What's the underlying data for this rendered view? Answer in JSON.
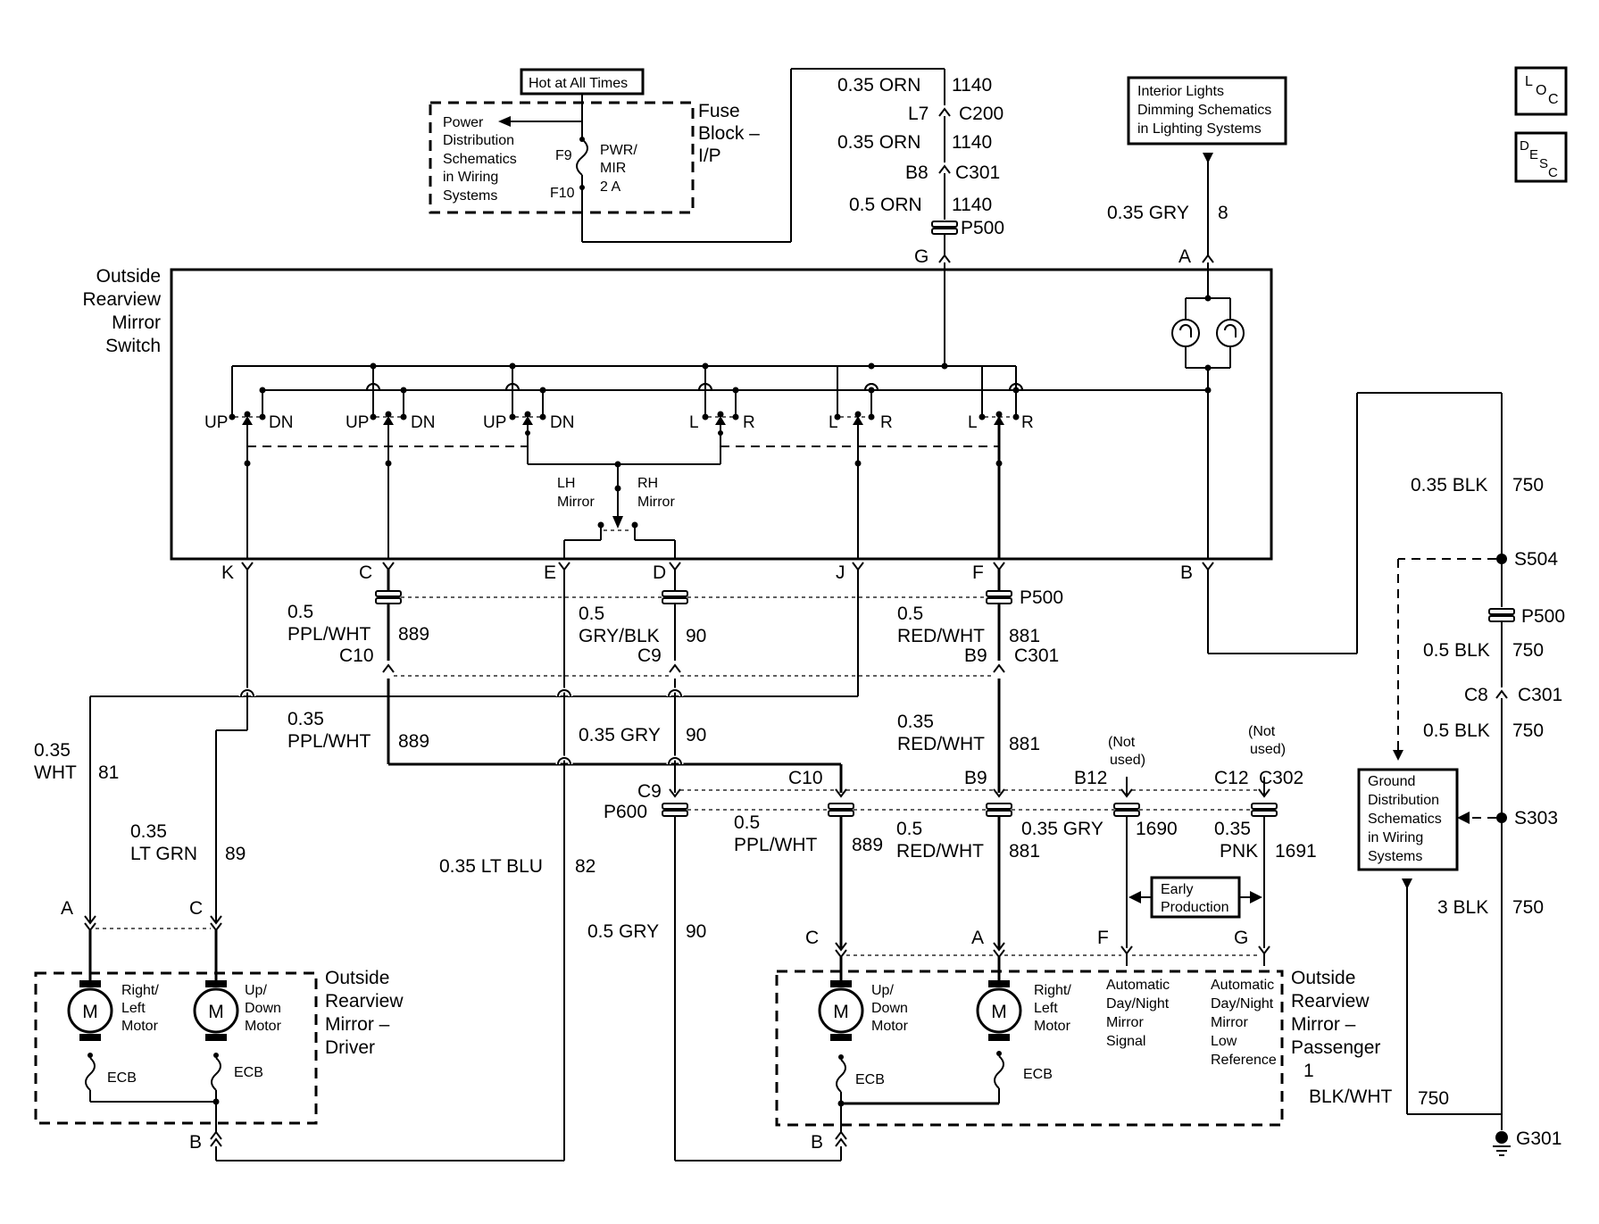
{
  "fuse_block": {
    "hot_label": "Hot at All Times",
    "ref": [
      "Power",
      "Distribution",
      "Schematics",
      "in Wiring",
      "Systems"
    ],
    "pin_f9": "F9",
    "pin_f10": "F10",
    "fuse": [
      "PWR/",
      "MIR",
      "2 A"
    ],
    "title": [
      "Fuse",
      "Block –",
      "I/P"
    ]
  },
  "top_feed": {
    "w1": "0.35 ORN",
    "c1": "1140",
    "p1": "L7",
    "con1": "C200",
    "w2": "0.35 ORN",
    "c2": "1140",
    "p2": "B8",
    "con2": "C301",
    "w3": "0.5 ORN",
    "c3": "1140",
    "con3": "P500"
  },
  "dimming": {
    "ref": [
      "Interior Lights",
      "Dimming Schematics",
      "in Lighting Systems"
    ],
    "wire": "0.35 GRY",
    "circuit": "8"
  },
  "loc_badge": [
    "L",
    "O",
    "C"
  ],
  "desc_badge": [
    "D",
    "E",
    "S",
    "C"
  ],
  "switch": {
    "title": [
      "Outside",
      "Rearview",
      "Mirror",
      "Switch"
    ],
    "pins": {
      "G": "G",
      "A": "A",
      "K": "K",
      "C": "C",
      "E": "E",
      "D": "D",
      "J": "J",
      "F": "F",
      "B": "B"
    },
    "contacts": [
      {
        "a": "UP",
        "b": "DN"
      },
      {
        "a": "UP",
        "b": "DN"
      },
      {
        "a": "UP",
        "b": "DN"
      },
      {
        "a": "L",
        "b": "R"
      },
      {
        "a": "L",
        "b": "R"
      },
      {
        "a": "L",
        "b": "R"
      }
    ],
    "selector": {
      "lh": [
        "LH",
        "Mirror"
      ],
      "rh": [
        "RH",
        "Mirror"
      ]
    }
  },
  "mid_wires": {
    "c_size": "0.5",
    "c_color": "PPL/WHT",
    "c_circuit": "889",
    "c_conn": "C10",
    "d_size": "0.5",
    "d_color": "GRY/BLK",
    "d_circuit": "90",
    "d_conn": "C9",
    "f_size": "0.5",
    "f_color": "RED/WHT",
    "f_circuit": "881",
    "f_conn_pin": "B9",
    "f_conn": "C301",
    "p500": "P500"
  },
  "lower_wires": {
    "ppl_size": "0.35",
    "ppl_color": "PPL/WHT",
    "ppl_circuit": "889",
    "gry": "0.35 GRY",
    "gry_circuit": "90",
    "red_size": "0.35",
    "red_color": "RED/WHT",
    "red_circuit": "881",
    "wht_size": "0.35",
    "wht_color": "WHT",
    "wht_circuit": "81",
    "ltgrn_size": "0.35",
    "ltgrn_color": "LT GRN",
    "ltgrn_circuit": "89",
    "ltblu": "0.35 LT BLU",
    "ltblu_circuit": "82",
    "gry05": "0.5 GRY",
    "gry05_circuit": "90"
  },
  "c302": {
    "pin_c9": "C9",
    "pin_c10": "C10",
    "pin_b9": "B9",
    "pin_b12": "B12",
    "pin_c12": "C12",
    "name": "C302",
    "p600": "P600",
    "not_used": [
      "(Not",
      "used)"
    ],
    "w889_size": "0.5",
    "w889_color": "PPL/WHT",
    "w889_circuit": "889",
    "w881_size": "0.5",
    "w881_color": "RED/WHT",
    "w881_circuit": "881",
    "w1690": "0.35 GRY",
    "w1690_circuit": "1690",
    "w1691_size": "0.35",
    "w1691_color": "PNK",
    "w1691_circuit": "1691",
    "early": [
      "Early",
      "Production"
    ]
  },
  "driver_mirror": {
    "title": [
      "Outside",
      "Rearview",
      "Mirror –",
      "Driver"
    ],
    "pin_a": "A",
    "pin_c": "C",
    "pin_b": "B",
    "motor_symbol": "M",
    "motor1": [
      "Right/",
      "Left",
      "Motor"
    ],
    "motor2": [
      "Up/",
      "Down",
      "Motor"
    ],
    "ecb": "ECB"
  },
  "passenger_mirror": {
    "title": [
      "Outside",
      "Rearview",
      "Mirror –",
      "Passenger"
    ],
    "pin_c": "C",
    "pin_a": "A",
    "pin_f": "F",
    "pin_g": "G",
    "pin_b": "B",
    "motor_symbol": "M",
    "motor1": [
      "Up/",
      "Down",
      "Motor"
    ],
    "motor2": [
      "Right/",
      "Left",
      "Motor"
    ],
    "ecb": "ECB",
    "signal": [
      "Automatic",
      "Day/Night",
      "Mirror",
      "Signal"
    ],
    "low_ref": [
      "Automatic",
      "Day/Night",
      "Mirror",
      "Low",
      "Reference"
    ]
  },
  "ground": {
    "w1": "0.35 BLK",
    "c1": "750",
    "s504": "S504",
    "p500": "P500",
    "w2": "0.5 BLK",
    "c2": "750",
    "pin_c8": "C8",
    "c301": "C301",
    "w3": "0.5 BLK",
    "c3": "750",
    "s303": "S303",
    "w4": "3 BLK",
    "c4": "750",
    "ref": [
      "Ground",
      "Distribution",
      "Schematics",
      "in Wiring",
      "Systems"
    ],
    "pass_pin": "1",
    "pass_wire": "BLK/WHT",
    "pass_circuit": "750",
    "g301": "G301"
  }
}
